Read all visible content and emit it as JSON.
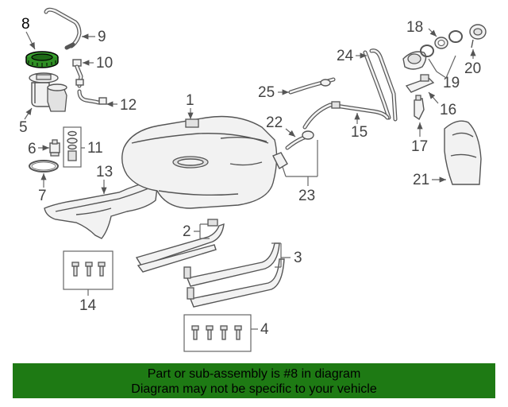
{
  "diagram": {
    "callouts": {
      "c1": "1",
      "c2": "2",
      "c3": "3",
      "c4": "4",
      "c5": "5",
      "c6": "6",
      "c7": "7",
      "c8": "8",
      "c9": "9",
      "c10": "10",
      "c11": "11",
      "c12": "12",
      "c13": "13",
      "c14": "14",
      "c15": "15",
      "c16": "16",
      "c17": "17",
      "c18": "18",
      "c19": "19",
      "c20": "20",
      "c21": "21",
      "c22": "22",
      "c23": "23",
      "c24": "24",
      "c25": "25"
    },
    "highlight_part": "8",
    "highlight_color": "#2f8f24",
    "banner_color": "#1e7a14"
  },
  "banner": {
    "line1": "Part or sub-assembly is #8 in diagram",
    "line2": "Diagram may not be specific to your vehicle"
  }
}
